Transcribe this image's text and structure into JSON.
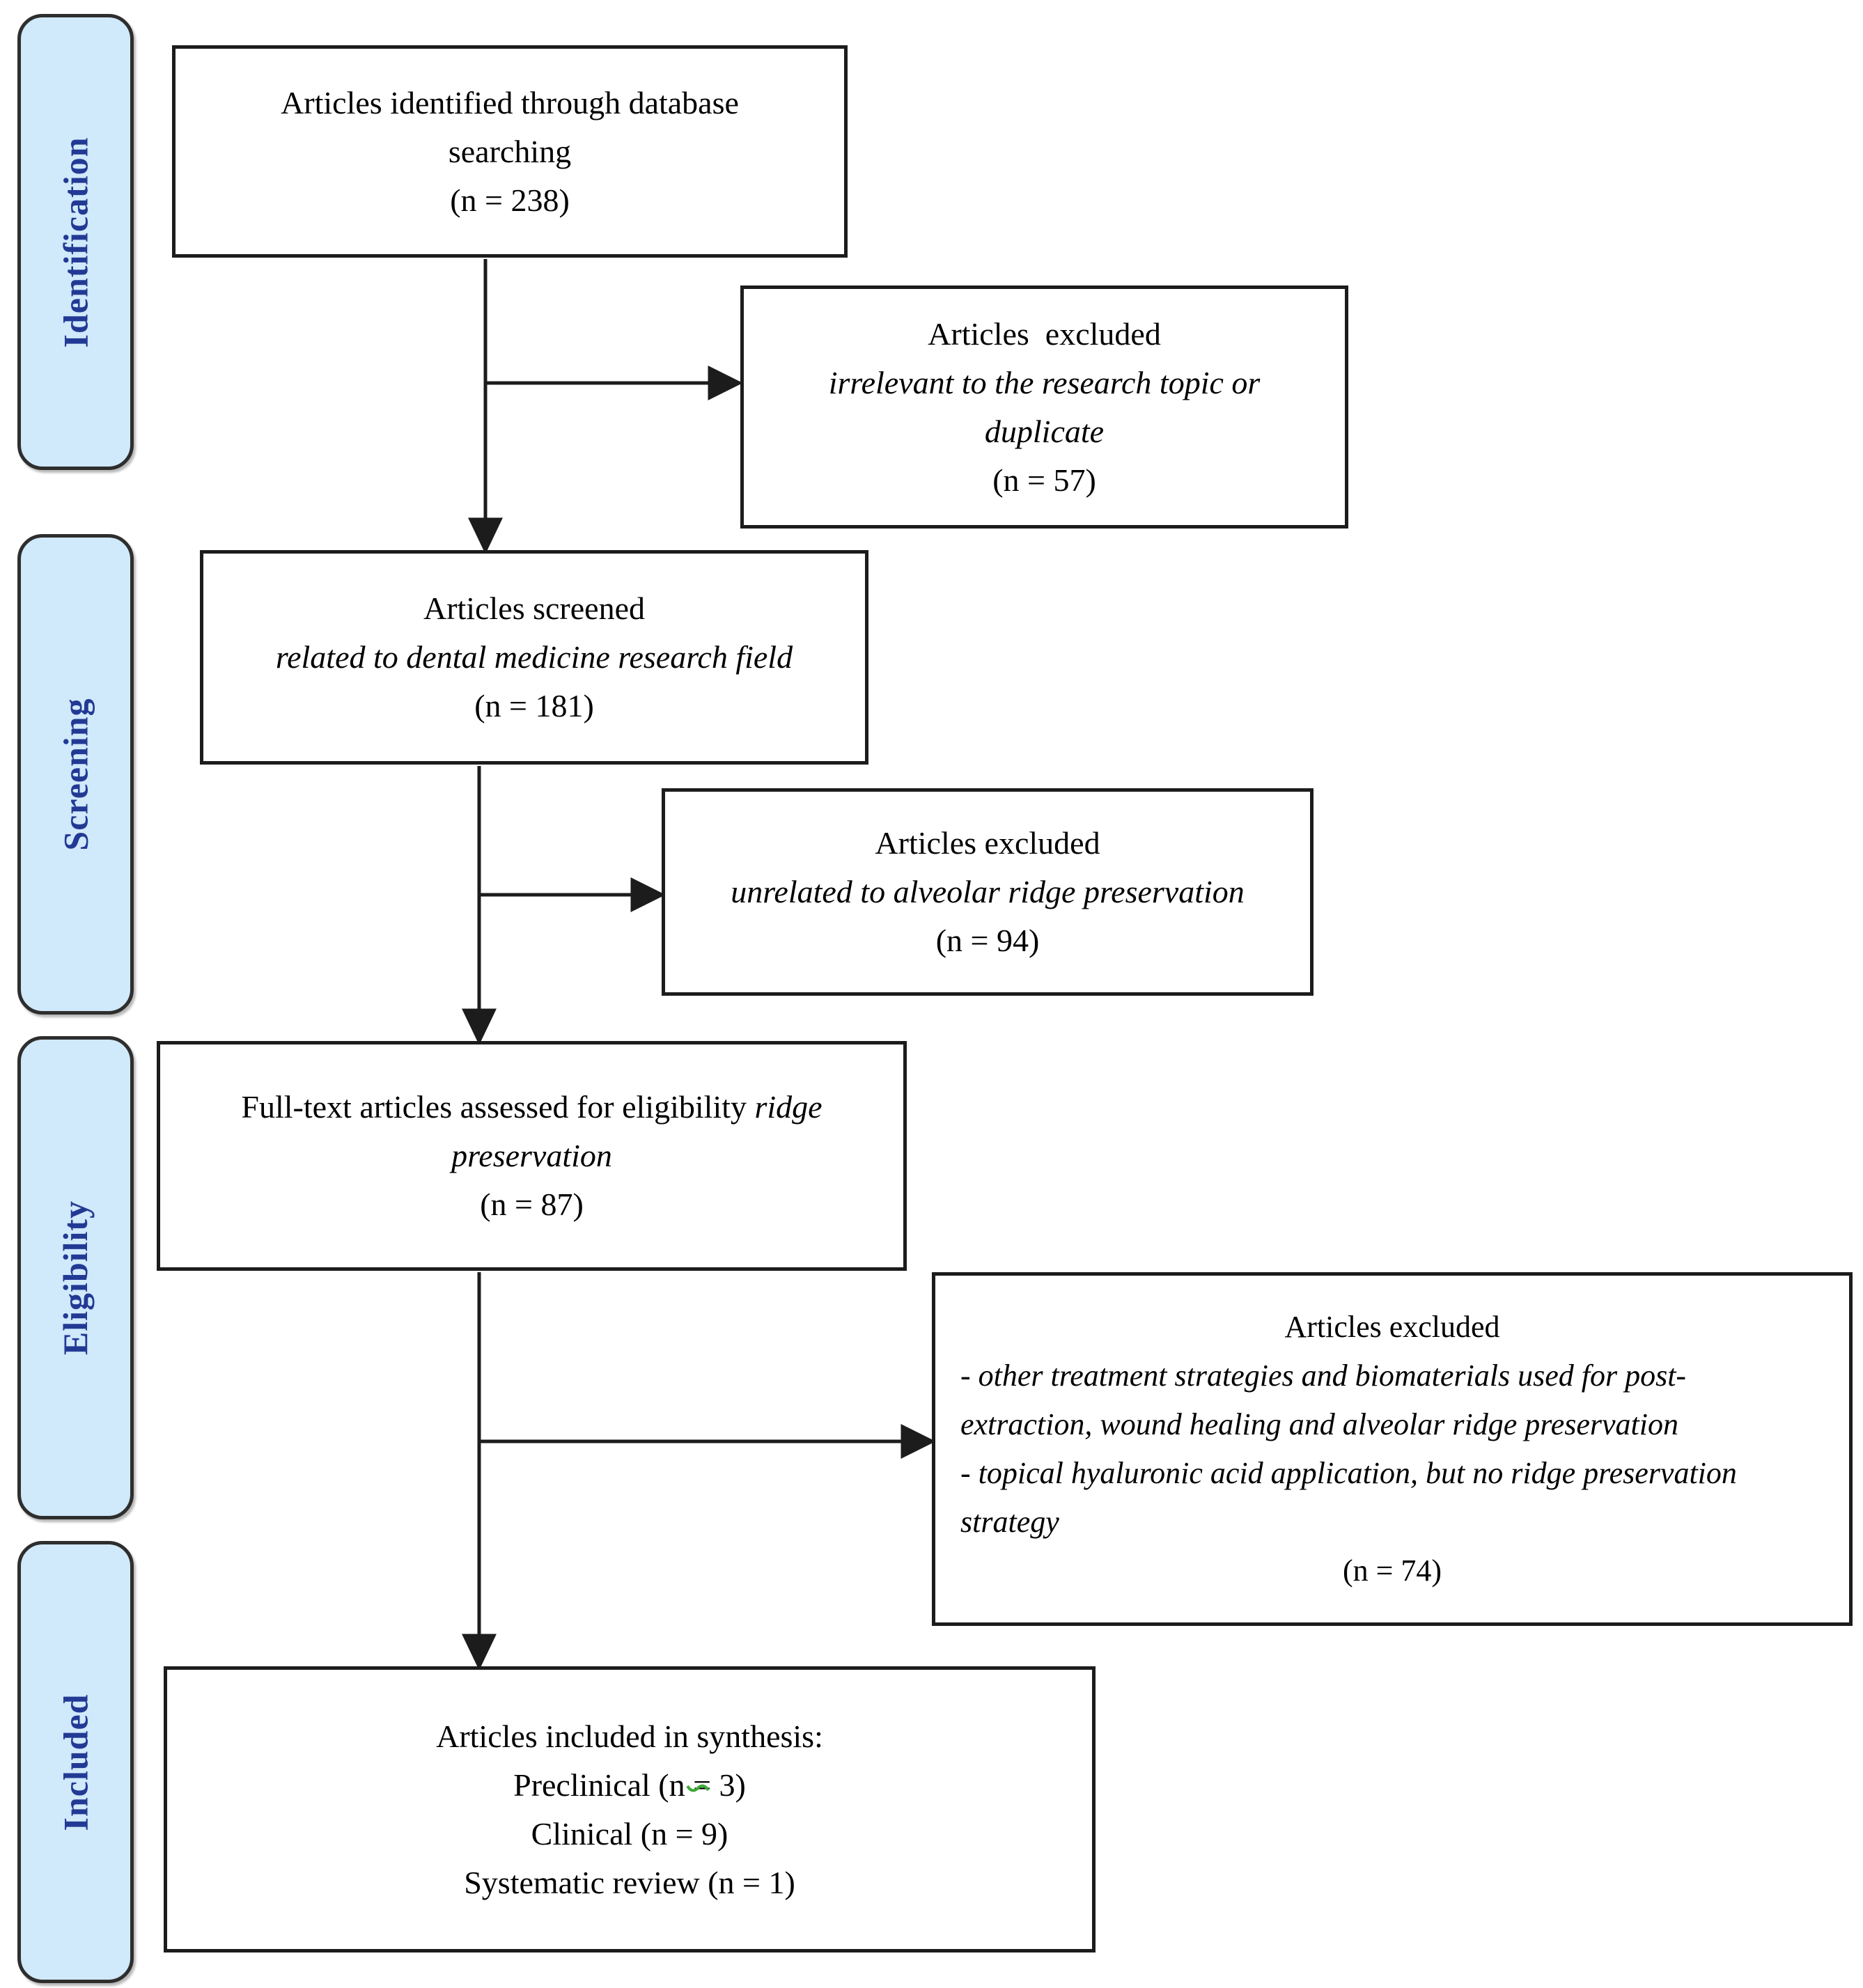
{
  "diagram_title": "PRISMA article selection flow diagram",
  "stages": [
    {
      "label": "Identification"
    },
    {
      "label": "Screening"
    },
    {
      "label": "Eligibility"
    },
    {
      "label": "Included"
    }
  ],
  "boxes": {
    "identified": {
      "lines": [
        "Articles identified through database",
        "searching",
        "(n = 238)"
      ]
    },
    "excluded_topic": {
      "title": "Articles  excluded",
      "reason_lines": [
        "irrelevant to the research topic or",
        "duplicate"
      ],
      "count": "(n = 57)"
    },
    "screened": {
      "title": "Articles screened",
      "subtitle": "related to dental medicine research field",
      "count": "(n = 181)"
    },
    "excluded_unrelated": {
      "title": "Articles excluded",
      "subtitle": "unrelated to alveolar ridge preservation",
      "count": "(n = 94)"
    },
    "fulltext": {
      "line1_regular": "Full-text articles assessed for eligibility ",
      "line1_italic": "ridge",
      "line2_italic": "preservation",
      "count": "(n = 87)"
    },
    "excluded_other": {
      "title": "Articles excluded",
      "bullet_lines": [
        "- other treatment strategies and biomaterials used for post-",
        "extraction, wound healing and alveolar ridge preservation",
        "- topical hyaluronic acid application, but no ridge preservation",
        "strategy"
      ],
      "count": "(n = 74)"
    },
    "included": {
      "lines": [
        "Articles included in synthesis:",
        "Preclinical (n = 3)",
        "Clinical (n = 9)",
        "Systematic review (n = 1)"
      ]
    }
  },
  "colors": {
    "stage_fill": "#d0e9fb",
    "stage_text": "#223a94",
    "line": "#1c1c1c",
    "box_border": "#1c1c1c",
    "box_bg": "#ffffff",
    "text": "#000000",
    "artifact_green": "#3aaa35"
  }
}
